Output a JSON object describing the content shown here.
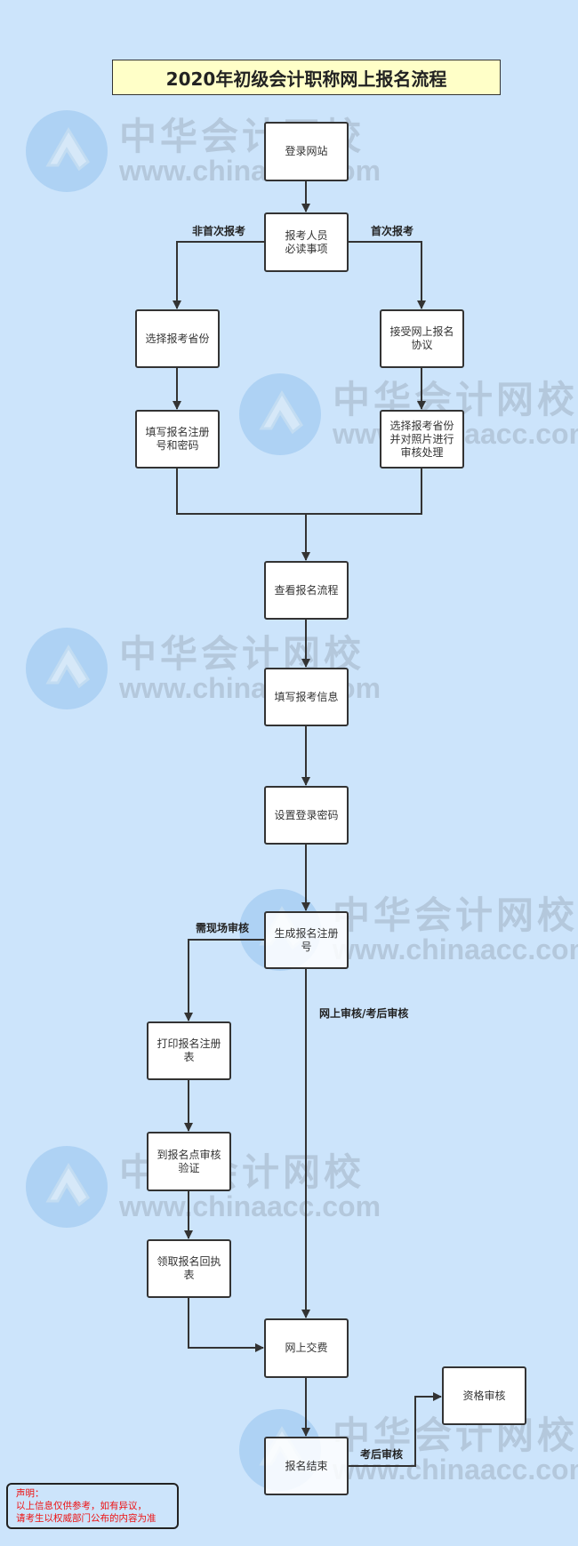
{
  "title": "2020年初级会计职称网上报名流程",
  "watermark": {
    "name": "中华会计网校",
    "url": "www.chinaacc.com"
  },
  "nodes": {
    "login": "登录网站",
    "notice": "报考人员\n必读事项",
    "choose_province_left": "选择报考省份",
    "fill_reg": "填写报名注册\n号和密码",
    "accept_agreement": "接受网上报名\n协议",
    "choose_province_right": "选择报考省份\n并对照片进行\n审核处理",
    "view_process": "查看报名流程",
    "fill_info": "填写报考信息",
    "set_password": "设置登录密码",
    "gen_reg": "生成报名注册\n号",
    "print_form": "打印报名注册\n表",
    "onsite_verify": "到报名点审核\n验证",
    "get_receipt": "领取报名回执\n表",
    "pay_online": "网上交费",
    "finish": "报名结束",
    "qualification": "资格审核"
  },
  "edge_labels": {
    "not_first": "非首次报考",
    "first": "首次报考",
    "onsite": "需现场审核",
    "online": "网上审核/考后审核",
    "post_exam": "考后审核"
  },
  "note": {
    "heading": "声明：",
    "line1": "以上信息仅供参考，如有异议，",
    "line2": "请考生以权威部门公布的内容为准"
  }
}
